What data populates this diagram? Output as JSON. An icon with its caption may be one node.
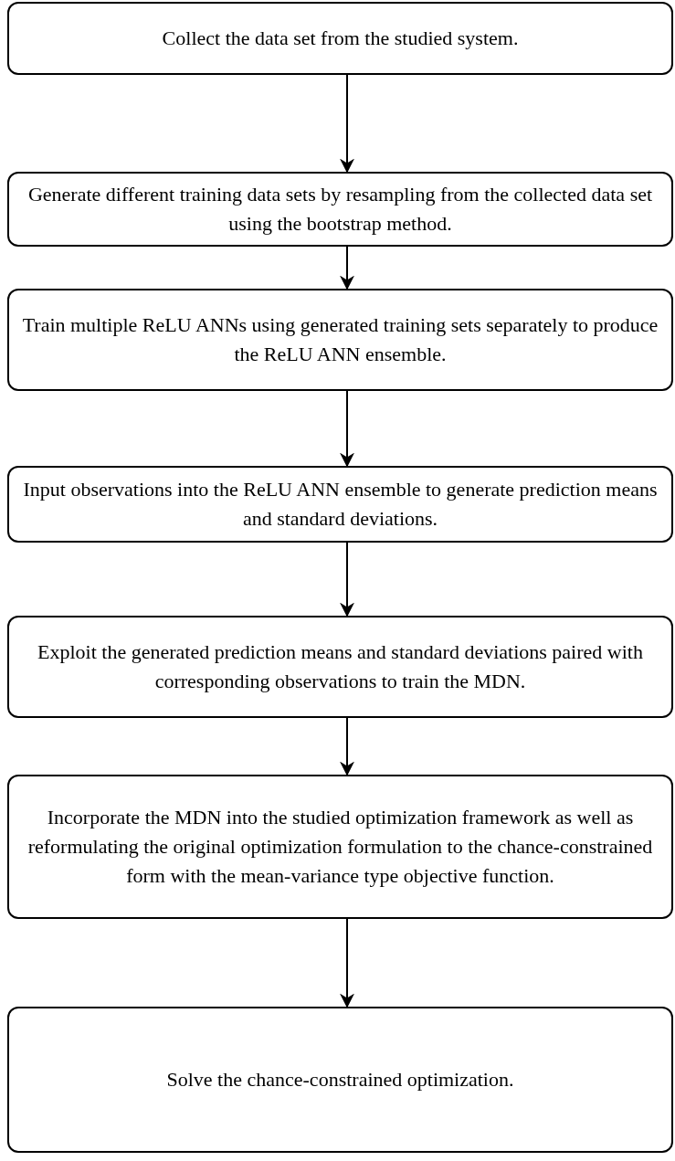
{
  "diagram": {
    "nodes": [
      {
        "text": [
          "Collect the data set from the studied system."
        ]
      },
      {
        "text": [
          "Generate different training data sets by resampling from the collected data set using the bootstrap method."
        ]
      },
      {
        "text": [
          "Train multiple ReLU ANNs using generated training sets separately to produce the ReLU ANN ensemble."
        ]
      },
      {
        "text": [
          "Input observations into the ReLU ANN ensemble to generate prediction means and standard deviations."
        ]
      },
      {
        "text": [
          "Exploit the generated prediction means and standard deviations paired with corresponding observations to train the MDN."
        ]
      },
      {
        "text": [
          "Incorporate the MDN into the studied optimization framework as well as reformulating the original optimization formulation to the chance-constrained form with the mean-variance type objective function."
        ]
      },
      {
        "text": [
          "Solve the chance-constrained optimization."
        ]
      }
    ],
    "edges": [
      {
        "from": 0,
        "to": 1,
        "arrow": "to"
      },
      {
        "from": 1,
        "to": 2,
        "arrow": "to"
      },
      {
        "from": 2,
        "to": 3,
        "arrow": "to"
      },
      {
        "from": 3,
        "to": 4,
        "arrow": "to"
      },
      {
        "from": 4,
        "to": 5,
        "arrow": "to"
      },
      {
        "from": 5,
        "to": 6,
        "arrow": "to"
      }
    ]
  }
}
